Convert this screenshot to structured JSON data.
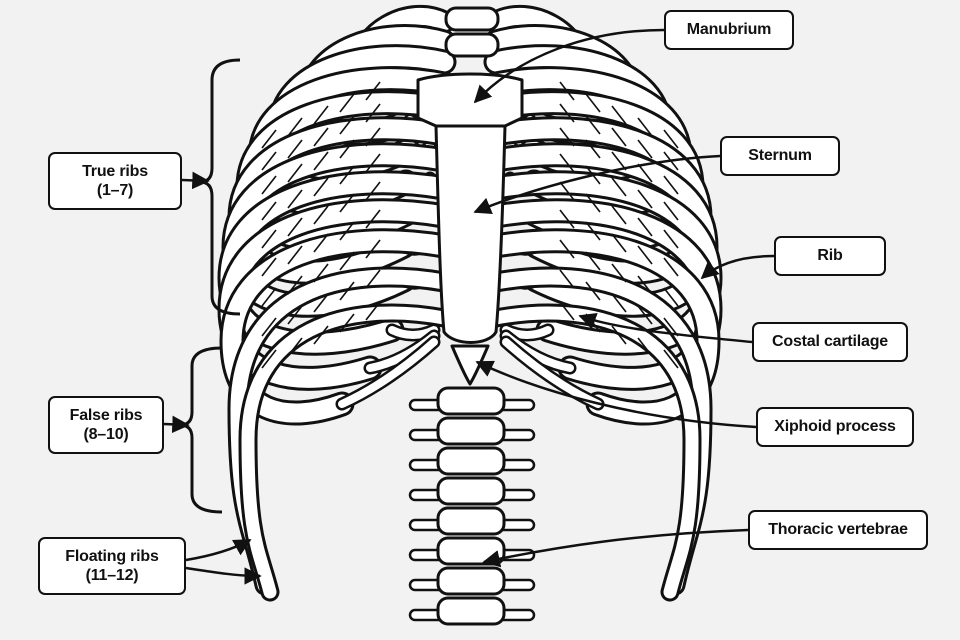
{
  "figure": {
    "background": "#f2f2f2",
    "line_color": "#111111",
    "fill_color": "#ffffff"
  },
  "labels": {
    "manubrium": "Manubrium",
    "sternum": "Sternum",
    "rib": "Rib",
    "costal_cartilage": "Costal cartilage",
    "xiphoid_process": "Xiphoid process",
    "thoracic_vertebrae": "Thoracic vertebrae",
    "true_ribs": {
      "name": "True ribs",
      "range": "(1–7)"
    },
    "false_ribs": {
      "name": "False ribs",
      "range": "(8–10)"
    },
    "floating_ribs": {
      "name": "Floating ribs",
      "range": "(11–12)"
    }
  }
}
